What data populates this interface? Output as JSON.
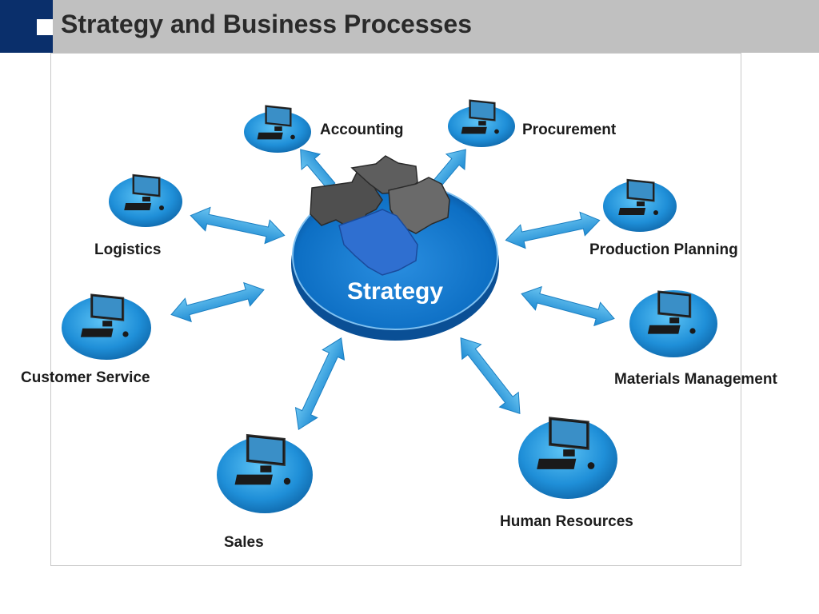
{
  "header": {
    "title": "Strategy and Business Processes"
  },
  "center": {
    "label": "Strategy"
  },
  "nodes": [
    {
      "label": "Accounting"
    },
    {
      "label": "Procurement"
    },
    {
      "label": "Logistics"
    },
    {
      "label": "Production Planning"
    },
    {
      "label": "Customer Service"
    },
    {
      "label": "Materials Management"
    },
    {
      "label": "Sales"
    },
    {
      "label": "Human Resources"
    }
  ],
  "colors": {
    "header_bar": "#c0c0c0",
    "header_accent": "#0a2f6b",
    "disc": "#1f8fd8",
    "arrow": "#3aa6e0",
    "center": "#0d6fc4",
    "puzzle_gray": "#5a5a5a",
    "puzzle_blue": "#2f6fd0"
  }
}
